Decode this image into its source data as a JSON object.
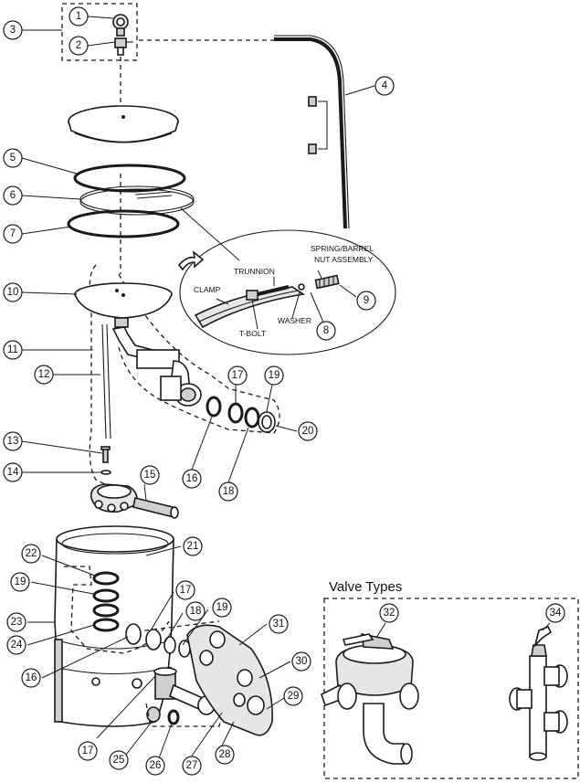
{
  "callouts": [
    "1",
    "2",
    "3",
    "4",
    "5",
    "6",
    "7",
    "8",
    "9",
    "10",
    "11",
    "12",
    "13",
    "14",
    "15",
    "16",
    "17",
    "18",
    "19",
    "20",
    "21",
    "22",
    "23",
    "24",
    "25",
    "26",
    "27",
    "28",
    "29",
    "30",
    "31",
    "32",
    "34"
  ],
  "labels": {
    "spring_barrel_line1": "SPRING/BARREL",
    "spring_barrel_line2": "NUT ASSEMBLY",
    "trunnion": "TRUNNION",
    "clamp": "CLAMP",
    "washer": "WASHER",
    "t_bolt": "T-BOLT",
    "valve_types": "Valve Types"
  }
}
